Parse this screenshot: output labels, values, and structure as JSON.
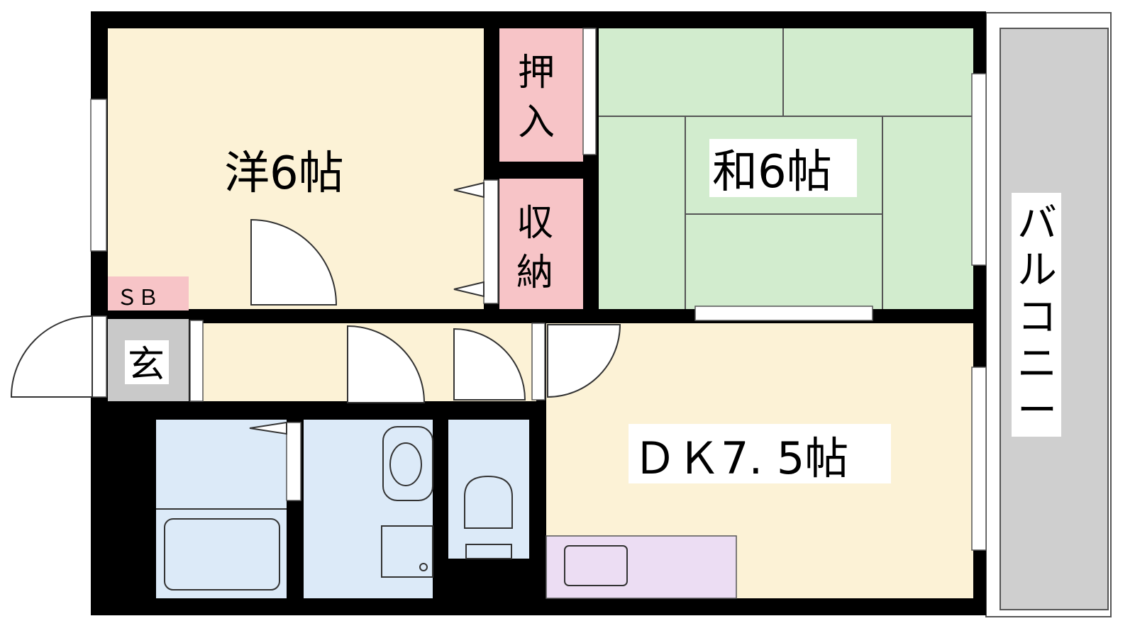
{
  "rooms": {
    "western": "洋6帖",
    "japanese": "和6帖",
    "dk": "ＤＫ7. 5帖",
    "closet": [
      "押",
      "入"
    ],
    "storage": [
      "収",
      "納"
    ],
    "shoe_box": "ＳＢ",
    "entrance": "玄",
    "balcony": [
      "バ",
      "ル",
      "コ",
      "ニ",
      "ー"
    ]
  },
  "colors": {
    "western_floor": "#FCF2D6",
    "japanese_floor": "#D2ECCE",
    "closet": "#F7C4C7",
    "wet_area": "#DCEAF8",
    "balcony": "#CFCFCF",
    "entrance": "#C9C9C9",
    "kitchen": "#ECDDF3",
    "wall": "#000000"
  }
}
